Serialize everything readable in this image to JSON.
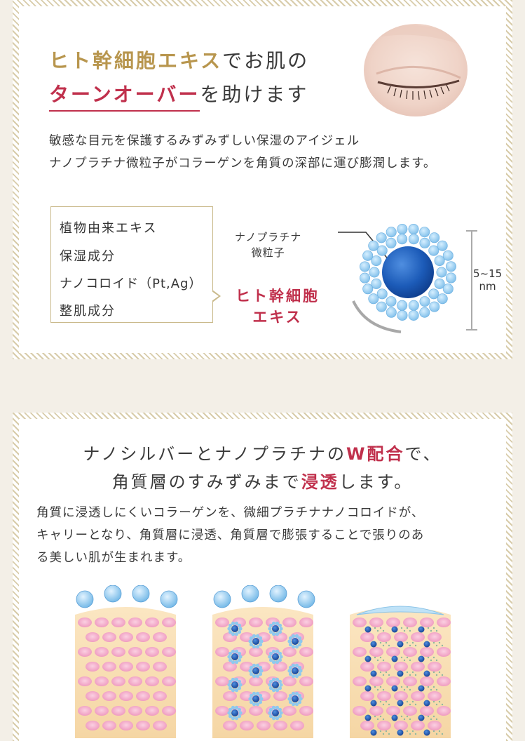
{
  "section1": {
    "headline_line1_gold": "ヒト幹細胞エキス",
    "headline_line1_rest": "でお肌の",
    "headline_line2_red": "ターンオーバー",
    "headline_line2_rest": "を助けます",
    "body_line1": "敏感な目元を保護するみずみずしい保湿のアイジェル",
    "body_line2": "ナノプラチナ微粒子がコラーゲンを角質の深部に運び膨潤します。",
    "bubble_items": [
      "植物由来エキス",
      "保湿成分",
      "ナノコロイド（Pt,Ag）",
      "整肌成分"
    ],
    "diagram": {
      "particle_label_line1": "ナノプラチナ",
      "particle_label_line2": "微粒子",
      "extract_label_line1": "ヒト幹細胞",
      "extract_label_line2": "エキス",
      "size_label_line1": "5~15",
      "size_label_line2": "nm"
    }
  },
  "section2": {
    "headline_line1_a": "ナノシルバーとナノプラチナの",
    "headline_line1_red": "W配合",
    "headline_line1_b": "で、",
    "headline_line2_a": "角質層のすみずみまで",
    "headline_line2_red": "浸透",
    "headline_line2_b": "します。",
    "body_line1": "角質に浸透しにくいコラーゲンを、微細プラチナナノコロイドが、",
    "body_line2": "キャリーとなり、角質層に浸透、角質層で膨張することで張りのあ",
    "body_line3": "る美しい肌が生まれます。"
  },
  "colors": {
    "gold": "#b8964e",
    "red": "#c0304c",
    "hatch": "#d8ccaa",
    "particle_blue": "#8ec9ee",
    "core_blue": "#1a5bb5",
    "cell_pink": "#f2a8c6",
    "skin": "#f8e0b4"
  }
}
